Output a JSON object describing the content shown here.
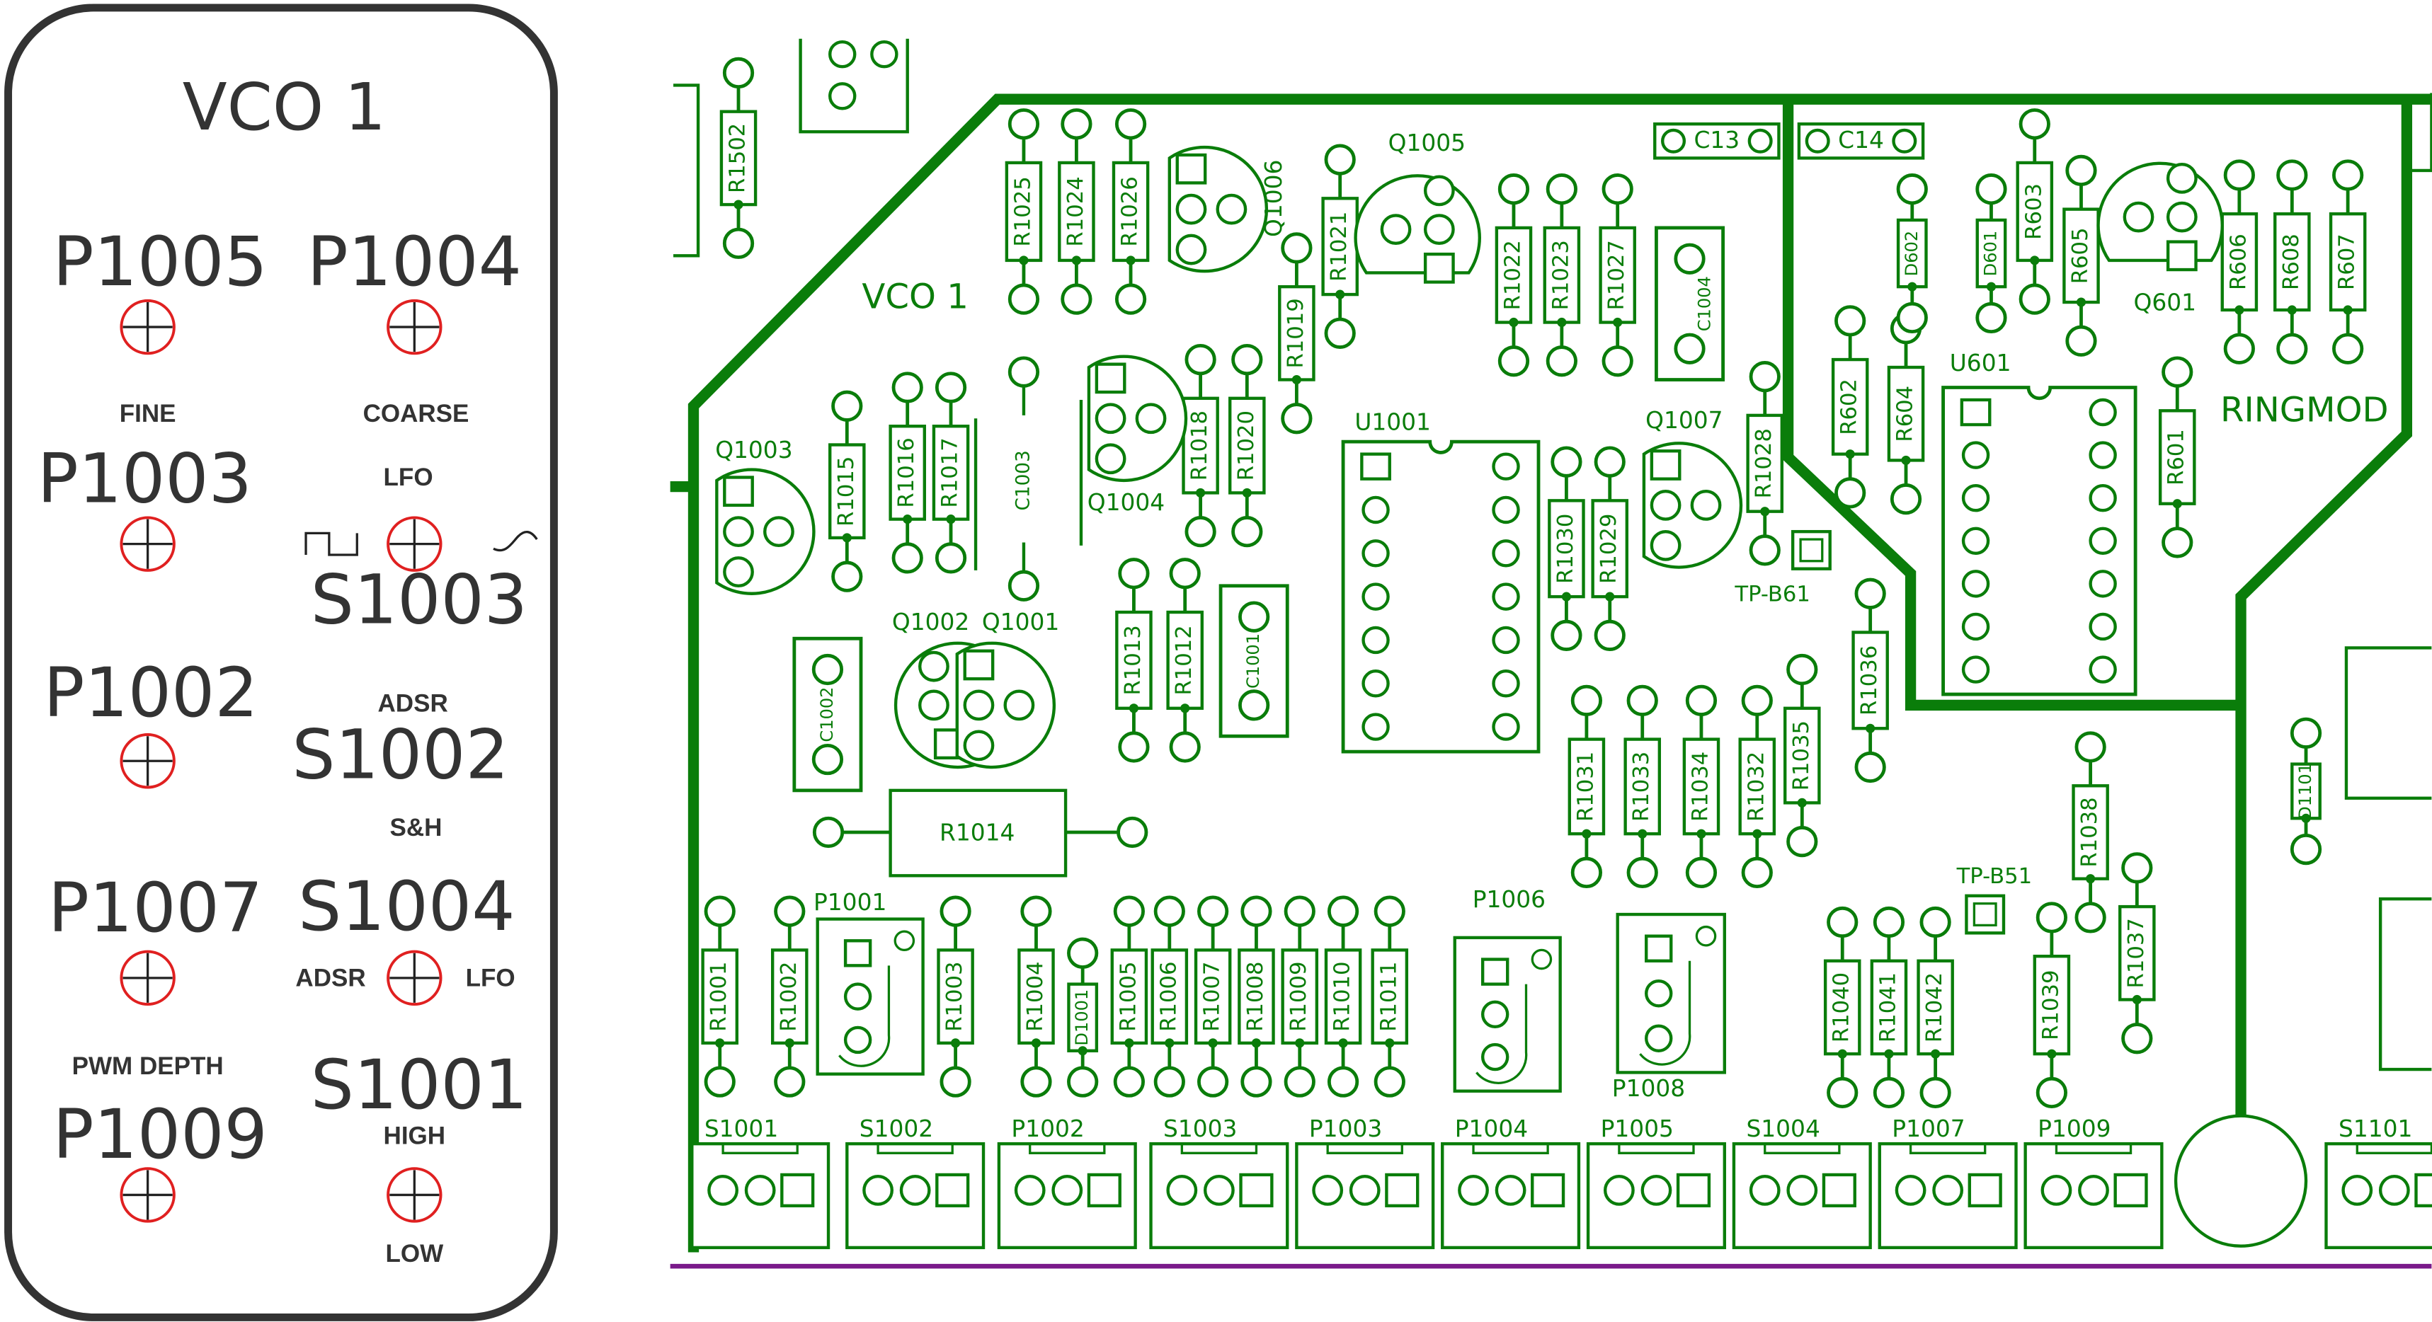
{
  "colors": {
    "panel_ink": "#333333",
    "knob_ring": "#e02020",
    "copper": "#0a7d0a",
    "board_edge": "#7a1a8a",
    "background": "#ffffff"
  },
  "panel": {
    "title": "VCO 1",
    "refs": [
      "P1005",
      "P1004",
      "P1003",
      "S1003",
      "P1002",
      "S1002",
      "P1007",
      "S1004",
      "P1009",
      "S1001"
    ],
    "labels": [
      "FINE",
      "COARSE",
      "LFO",
      "ADSR",
      "S&H",
      "ADSR",
      "LFO",
      "PWM DEPTH",
      "HIGH",
      "LOW"
    ],
    "icons": [
      "square-wave-icon",
      "sine-wave-icon"
    ]
  },
  "pcb": {
    "board_label": "VCO 1",
    "ringmod_label": "RINGMOD",
    "resistors": [
      "R1502",
      "R1025",
      "R1024",
      "R1026",
      "R1021",
      "R1019",
      "R1022",
      "R1023",
      "R1027",
      "R1015",
      "R1016",
      "R1017",
      "R1018",
      "R1020",
      "R1013",
      "R1012",
      "R1030",
      "R1029",
      "R1028",
      "R1031",
      "R1033",
      "R1034",
      "R1032",
      "R1035",
      "R1036",
      "R602",
      "R604",
      "R603",
      "R605",
      "R601",
      "R606",
      "R608",
      "R607",
      "R1001",
      "R1002",
      "R1003",
      "R1004",
      "R1005",
      "R1006",
      "R1007",
      "R1008",
      "R1009",
      "R1010",
      "R1011",
      "R1038",
      "R1037",
      "R1039",
      "R1040",
      "R1041",
      "R1042",
      "R1014"
    ],
    "diodes": [
      "D602",
      "D601",
      "D1001",
      "D1101"
    ],
    "capacitors": [
      "C1003",
      "C1002",
      "C1001",
      "C1004",
      "C13",
      "C14"
    ],
    "transistors": [
      "Q1006",
      "Q1005",
      "Q1004",
      "Q1003",
      "Q1002",
      "Q1001",
      "Q1007",
      "Q601"
    ],
    "ics": [
      "U1001",
      "U601"
    ],
    "pots": [
      "P1001",
      "P1006",
      "P1008"
    ],
    "connectors": [
      "S1001",
      "S1002",
      "P1002",
      "S1003",
      "P1003",
      "P1004",
      "P1005",
      "S1004",
      "P1007",
      "P1009",
      "S1101"
    ],
    "test_points": [
      "TP-B61",
      "TP-B51"
    ]
  }
}
